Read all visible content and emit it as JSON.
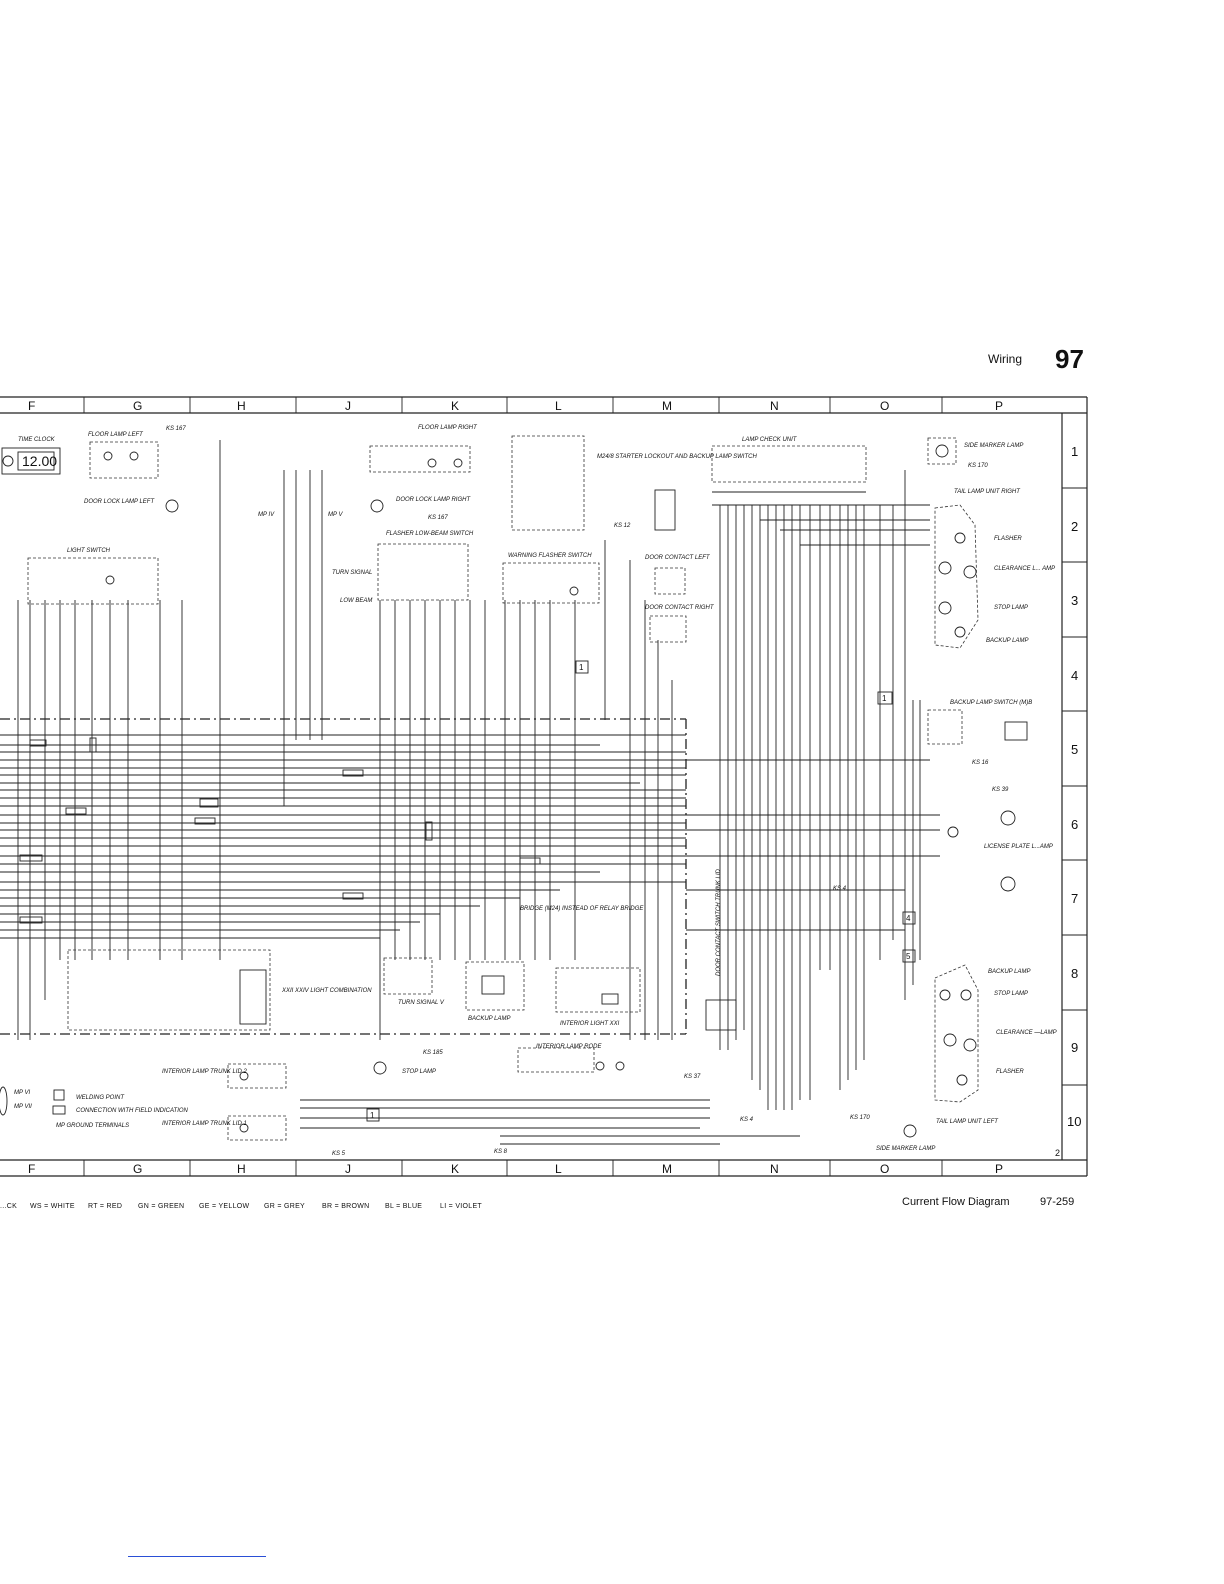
{
  "header": {
    "section": "Wiring",
    "page_number": "97"
  },
  "columns": [
    "F",
    "G",
    "H",
    "J",
    "K",
    "L",
    "M",
    "N",
    "O",
    "P"
  ],
  "rows": [
    "1",
    "2",
    "3",
    "4",
    "5",
    "6",
    "7",
    "8",
    "9",
    "10"
  ],
  "corner_number": "2",
  "labels": {
    "time_clock": "TIME CLOCK",
    "clock_display": "12.00",
    "floor_lamp_left": "FLOOR LAMP LEFT",
    "door_lock_lamp_left": "DOOR LOCK LAMP LEFT",
    "floor_lamp_right": "FLOOR LAMP RIGHT",
    "door_lock_lamp_right": "DOOR LOCK LAMP RIGHT",
    "starter_lockout": "M24/8 STARTER LOCKOUT AND BACKUP LAMP SWITCH",
    "lamp_check_unit": "LAMP CHECK UNIT",
    "side_marker_lamp_top": "SIDE MARKER LAMP",
    "tail_lamp_right": "TAIL LAMP UNIT RIGHT",
    "flasher_top": "FLASHER",
    "clearance_top": "CLEARANCE L... AMP",
    "stop_lamp_top": "STOP LAMP",
    "backup_lamp": "BACKUP LAMP",
    "light_switch": "LIGHT SWITCH",
    "flasher_low_beam": "FLASHER LOW-BEAM SWITCH",
    "turn_signal": "TURN SIGNAL",
    "low_beam": "LOW BEAM",
    "warning_flasher": "WARNING FLASHER SWITCH",
    "door_contact_left": "DOOR CONTACT LEFT",
    "door_contact_right": "DOOR CONTACT RIGHT",
    "backup_lamp_switch": "BACKUP LAMP SWITCH (M)B",
    "license_plate": "LICENSE PLATE L...AMP",
    "bridge": "BRIDGE (M24) INSTEAD OF RELAY BRIDGE",
    "turn_signal_v": "TURN SIGNAL V",
    "backup_lamp_relay": "BACKUP LAMP",
    "interior_light": "INTERIOR LIGHT XXI",
    "light_combination": "XXII XXIV LIGHT COMBINATION",
    "door_contact_trunk": "DOOR CONTACT SWITCH TRUNK LID",
    "backup_lamp_bottom": "BACKUP LAMP",
    "stop_lamp_bottom": "STOP LAMP",
    "clearance_bottom": "CLEARANCE —LAMP",
    "flasher_bottom": "FLASHER",
    "interior_lamp_trunk2": "INTERIOR LAMP TRUNK LID 2",
    "interior_lamp_trunk1": "INTERIOR LAMP TRUNK LID 1",
    "stop_lamp_mid": "STOP LAMP",
    "interior_lamp_rode": "INTERIOR LAMP RODE",
    "tail_lamp_left": "TAIL LAMP UNIT LEFT",
    "side_marker_lamp_bottom": "SIDE MARKER LAMP",
    "welding_point": "WELDING POINT",
    "connection_field": "CONNECTION WITH FIELD INDICATION",
    "ground_terminals": "MP  GROUND TERMINALS",
    "ks_167a": "KS 167",
    "ks_167b": "KS 167",
    "ks_170a": "KS 170",
    "ks_170b": "KS 170",
    "ks_12": "KS 12",
    "ks_16": "KS 16",
    "ks_39": "KS 39",
    "ks_4a": "KS 4",
    "ks_4b": "KS 4",
    "ks_37": "KS 37",
    "ks_5": "KS 5",
    "ks_8": "KS 8",
    "ks_185": "KS 185",
    "mp_iv": "MP IV",
    "mp_v": "MP V",
    "mp_vi": "MP VI",
    "mp_vii": "MP VII"
  },
  "legend": [
    "...CK",
    "WS = WHITE",
    "RT = RED",
    "GN = GREEN",
    "GE = YELLOW",
    "GR = GREY",
    "BR = BROWN",
    "BL = BLUE",
    "LI = VIOLET"
  ],
  "footer": {
    "title": "Current Flow Diagram",
    "code": "97-259"
  }
}
